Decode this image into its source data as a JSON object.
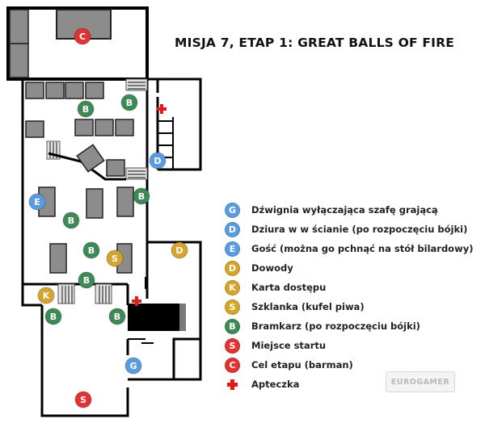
{
  "title": "MISJA 7, ETAP 1: GREAT BALLS OF FIRE",
  "legend": [
    {
      "key": "G",
      "label": "Dźwignia wyłączająca szafę grającą",
      "color": "#5b9be0"
    },
    {
      "key": "D",
      "label": "Dziura w w ścianie (po rozpoczęciu bójki)",
      "color": "#5b9be0"
    },
    {
      "key": "E",
      "label": "Gość (można go pchnąć na stół bilardowy)",
      "color": "#5b9be0"
    },
    {
      "key": "D",
      "label": "Dowody",
      "color": "#d4a42c"
    },
    {
      "key": "K",
      "label": "Karta dostępu",
      "color": "#d4a42c"
    },
    {
      "key": "S",
      "label": "Szklanka (kufel piwa)",
      "color": "#d4a42c"
    },
    {
      "key": "B",
      "label": "Bramkarz (po rozpoczęciu bójki)",
      "color": "#3e8a57"
    },
    {
      "key": "S",
      "label": "Miejsce startu",
      "color": "#e03333"
    },
    {
      "key": "C",
      "label": "Cel etapu (barman)",
      "color": "#e03333"
    },
    {
      "key": "",
      "label": "Apteczka",
      "color": "#e11b1b"
    }
  ],
  "markers": [
    {
      "label": "C",
      "color": "#e03333"
    },
    {
      "label": "B",
      "color": "#3e8a57"
    },
    {
      "label": "B",
      "color": "#3e8a57"
    },
    {
      "label": "D",
      "color": "#5b9be0"
    },
    {
      "label": "E",
      "color": "#5b9be0"
    },
    {
      "label": "B",
      "color": "#3e8a57"
    },
    {
      "label": "B",
      "color": "#3e8a57"
    },
    {
      "label": "B",
      "color": "#3e8a57"
    },
    {
      "label": "S",
      "color": "#d4a42c"
    },
    {
      "label": "D",
      "color": "#d4a42c"
    },
    {
      "label": "B",
      "color": "#3e8a57"
    },
    {
      "label": "K",
      "color": "#d4a42c"
    },
    {
      "label": "B",
      "color": "#3e8a57"
    },
    {
      "label": "B",
      "color": "#3e8a57"
    },
    {
      "label": "G",
      "color": "#5b9be0"
    },
    {
      "label": "S",
      "color": "#e03333"
    }
  ],
  "watermark": "EUROGAMER"
}
